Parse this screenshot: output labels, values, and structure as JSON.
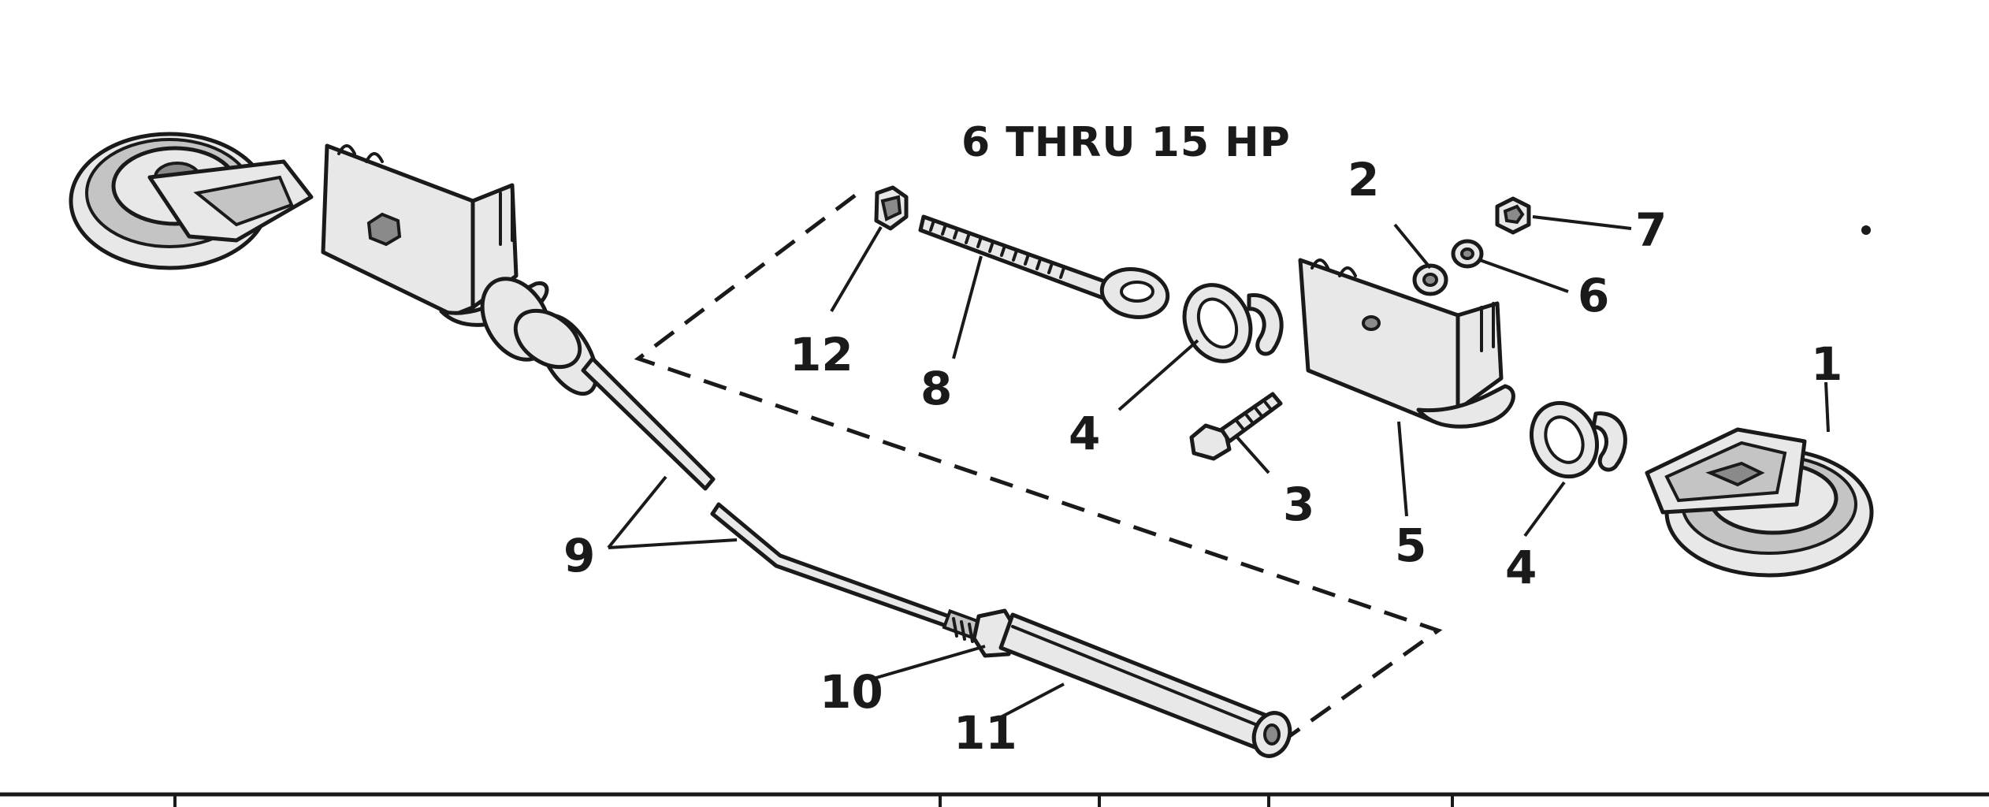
{
  "diagram": {
    "title": "6 THRU 15 HP",
    "callouts": {
      "c1": "1",
      "c2": "2",
      "c3": "3",
      "c4a": "4",
      "c4b": "4",
      "c5": "5",
      "c6": "6",
      "c7": "7",
      "c8": "8",
      "c9": "9",
      "c10": "10",
      "c11": "11",
      "c12": "12"
    }
  }
}
